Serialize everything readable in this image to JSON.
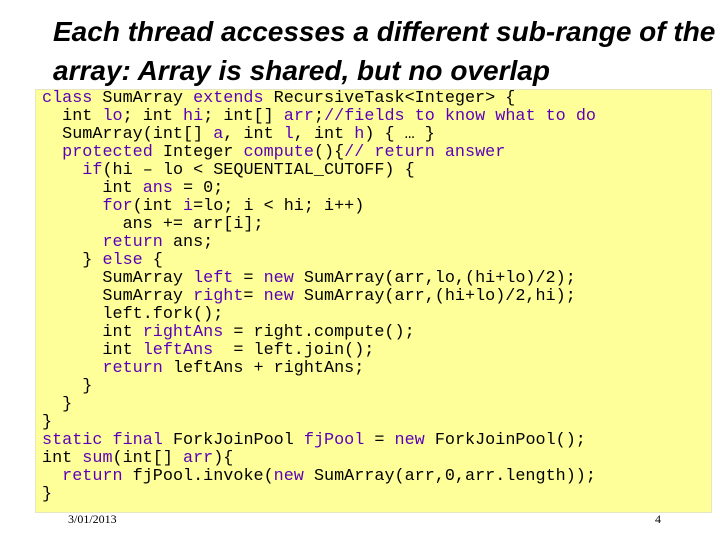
{
  "slide": {
    "title": "Each thread accesses a different sub-range of the array: Array is shared, but no overlap",
    "date": "3/01/2013",
    "page_number": "4"
  },
  "code": {
    "lines": [
      [
        {
          "t": "class",
          "c": "kw"
        },
        {
          "t": " SumArray "
        },
        {
          "t": "extends",
          "c": "kw"
        },
        {
          "t": " RecursiveTask<Integer> {"
        }
      ],
      [
        {
          "t": "  int "
        },
        {
          "t": "lo",
          "c": "id"
        },
        {
          "t": "; int "
        },
        {
          "t": "hi",
          "c": "id"
        },
        {
          "t": "; int[] "
        },
        {
          "t": "arr",
          "c": "id"
        },
        {
          "t": ";"
        },
        {
          "t": "//fields to know what to do",
          "c": "cm"
        }
      ],
      [
        {
          "t": "  SumArray(int[] "
        },
        {
          "t": "a",
          "c": "id"
        },
        {
          "t": ", int "
        },
        {
          "t": "l",
          "c": "id"
        },
        {
          "t": ", int "
        },
        {
          "t": "h",
          "c": "id"
        },
        {
          "t": ") { … }"
        }
      ],
      [
        {
          "t": "  "
        },
        {
          "t": "protected",
          "c": "kw"
        },
        {
          "t": " Integer "
        },
        {
          "t": "compute",
          "c": "id"
        },
        {
          "t": "(){"
        },
        {
          "t": "// return answer",
          "c": "cm"
        }
      ],
      [
        {
          "t": "    "
        },
        {
          "t": "if",
          "c": "kw"
        },
        {
          "t": "(hi – lo < SEQUENTIAL_CUTOFF) {"
        }
      ],
      [
        {
          "t": "      int "
        },
        {
          "t": "ans",
          "c": "id"
        },
        {
          "t": " = 0;"
        }
      ],
      [
        {
          "t": "      "
        },
        {
          "t": "for",
          "c": "kw"
        },
        {
          "t": "(int "
        },
        {
          "t": "i",
          "c": "id"
        },
        {
          "t": "=lo; i < hi; i++)"
        }
      ],
      [
        {
          "t": "        ans += arr[i];"
        }
      ],
      [
        {
          "t": "      "
        },
        {
          "t": "return",
          "c": "kw"
        },
        {
          "t": " ans;"
        }
      ],
      [
        {
          "t": "    } "
        },
        {
          "t": "else",
          "c": "kw"
        },
        {
          "t": " {"
        }
      ],
      [
        {
          "t": "      SumArray "
        },
        {
          "t": "left",
          "c": "id"
        },
        {
          "t": " = "
        },
        {
          "t": "new",
          "c": "kw"
        },
        {
          "t": " SumArray(arr,lo,(hi+lo)/2);"
        }
      ],
      [
        {
          "t": "      SumArray "
        },
        {
          "t": "right",
          "c": "id"
        },
        {
          "t": "= "
        },
        {
          "t": "new",
          "c": "kw"
        },
        {
          "t": " SumArray(arr,(hi+lo)/2,hi);"
        }
      ],
      [
        {
          "t": "      left.fork();"
        }
      ],
      [
        {
          "t": "      int "
        },
        {
          "t": "rightAns",
          "c": "id"
        },
        {
          "t": " = right.compute();"
        }
      ],
      [
        {
          "t": "      int "
        },
        {
          "t": "leftAns",
          "c": "id"
        },
        {
          "t": "  = left.join();"
        }
      ],
      [
        {
          "t": "      "
        },
        {
          "t": "return",
          "c": "kw"
        },
        {
          "t": " leftAns + rightAns;"
        }
      ],
      [
        {
          "t": "    }"
        }
      ],
      [
        {
          "t": "  }"
        }
      ],
      [
        {
          "t": "}"
        }
      ],
      [
        {
          "t": "static",
          "c": "kw"
        },
        {
          "t": " "
        },
        {
          "t": "final",
          "c": "kw"
        },
        {
          "t": " ForkJoinPool "
        },
        {
          "t": "fjPool",
          "c": "id"
        },
        {
          "t": " = "
        },
        {
          "t": "new",
          "c": "kw"
        },
        {
          "t": " ForkJoinPool();"
        }
      ],
      [
        {
          "t": "int "
        },
        {
          "t": "sum",
          "c": "id"
        },
        {
          "t": "(int[] "
        },
        {
          "t": "arr",
          "c": "id"
        },
        {
          "t": "){"
        }
      ],
      [
        {
          "t": "  "
        },
        {
          "t": "return",
          "c": "kw"
        },
        {
          "t": " fjPool.invoke("
        },
        {
          "t": "new",
          "c": "kw"
        },
        {
          "t": " SumArray(arr,0,arr.length));"
        }
      ],
      [
        {
          "t": "}"
        }
      ]
    ]
  }
}
